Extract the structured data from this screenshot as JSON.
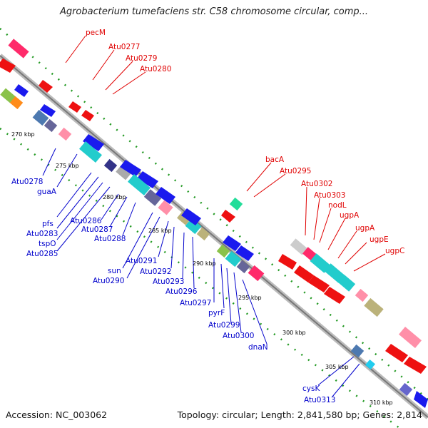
{
  "title": "Agrobacterium tumefaciens str. C58 chromosome circular, comp...",
  "accession": "Accession: NC_003062",
  "topology": "Topology: circular; Length: 2,841,580 bp; Genes: 2,814",
  "ticks": [
    "270 kbp",
    "275 kbp",
    "280 kbp",
    "285 kbp",
    "290 kbp",
    "295 kbp",
    "300 kbp",
    "305 kbp",
    "310 kbp"
  ],
  "forward_gene_labels": [
    "pecM",
    "Atu0277",
    "Atu0279",
    "Atu0280",
    "bacA",
    "Atu0295",
    "Atu0302",
    "Atu0303",
    "nodL",
    "ugpA",
    "ugpA",
    "ugpE",
    "ugpC"
  ],
  "reverse_gene_labels": [
    "Atu0278",
    "guaA",
    "pfs",
    "Atu0283",
    "tspO",
    "Atu0285",
    "Atu0286",
    "Atu0287",
    "Atu0288",
    "sun",
    "Atu0290",
    "Atu0291",
    "Atu0292",
    "Atu0293",
    "Atu0296",
    "Atu0297",
    "pyrF",
    "Atu0299",
    "Atu0300",
    "dnaN",
    "cysK",
    "Atu0313"
  ],
  "colors": {
    "forward_cds": "#ee1111",
    "reverse_cds": "#1a1aee",
    "label_forward": "#e00000",
    "label_reverse": "#0000cc",
    "backbone": "#999999",
    "gc_dots": "#229922"
  }
}
